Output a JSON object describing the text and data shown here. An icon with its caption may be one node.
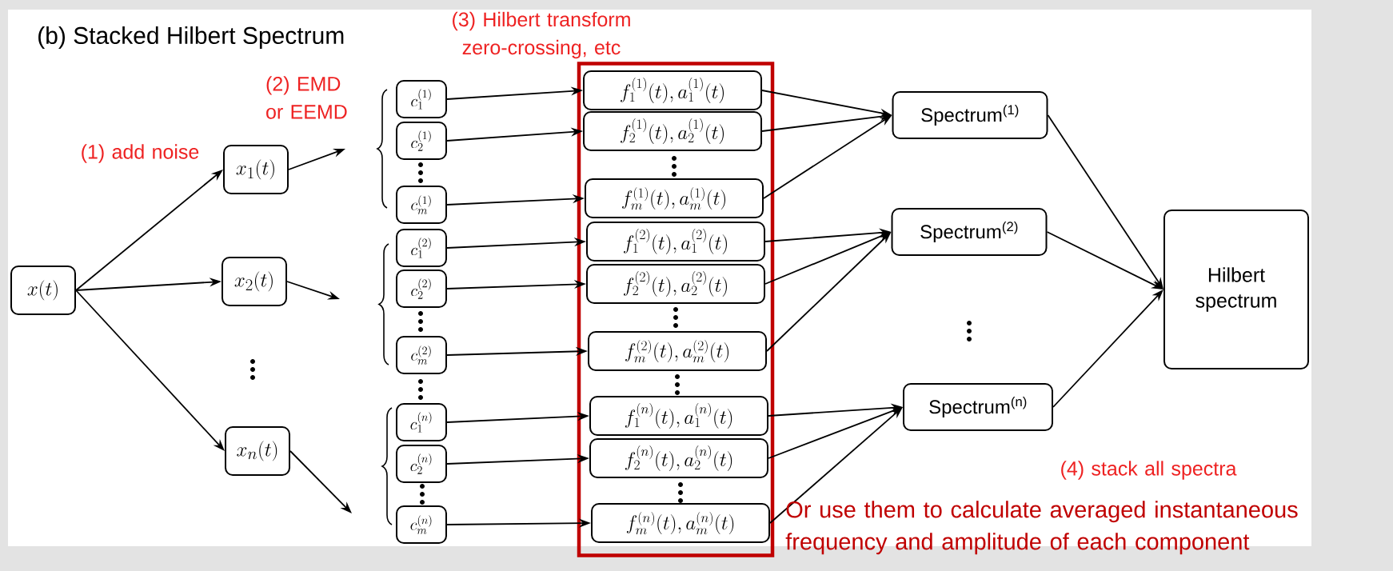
{
  "diagram": {
    "title": "(b) Stacked Hilbert Spectrum",
    "nodes": [
      {
        "text": [
          "x(t)"
        ]
      },
      {
        "text": [
          "x_1(t)"
        ]
      },
      {
        "text": [
          "x_2(t)"
        ]
      },
      {
        "text": [
          "x_n(t)"
        ]
      },
      {
        "text": [
          "c_1^{(1)}"
        ]
      },
      {
        "text": [
          "c_2^{(1)}"
        ]
      },
      {
        "text": [
          "c_m^{(1)}"
        ]
      },
      {
        "text": [
          "c_1^{(2)}"
        ]
      },
      {
        "text": [
          "c_2^{(2)}"
        ]
      },
      {
        "text": [
          "c_m^{(2)}"
        ]
      },
      {
        "text": [
          "c_1^{(n)}"
        ]
      },
      {
        "text": [
          "c_2^{(n)}"
        ]
      },
      {
        "text": [
          "c_m^{(n)}"
        ]
      },
      {
        "text": [],
        "shape": "box"
      },
      {
        "text": [
          "f_1^{(1)}(t), a_1^{(1)}(t)"
        ],
        "in": 13
      },
      {
        "text": [
          "f_2^{(1)}(t), a_2^{(1)}(t)"
        ],
        "in": 13
      },
      {
        "text": [
          "f_m^{(1)}(t), a_m^{(1)}(t)"
        ],
        "in": 13
      },
      {
        "text": [
          "f_1^{(2)}(t), a_1^{(2)}(t)"
        ],
        "in": 13
      },
      {
        "text": [
          "f_2^{(2)}(t), a_2^{(2)}(t)"
        ],
        "in": 13
      },
      {
        "text": [
          "f_m^{(2)}(t), a_m^{(2)}(t)"
        ],
        "in": 13
      },
      {
        "text": [
          "f_1^{(n)}(t), a_1^{(n)}(t)"
        ],
        "in": 13
      },
      {
        "text": [
          "f_2^{(n)}(t), a_2^{(n)}(t)"
        ],
        "in": 13
      },
      {
        "text": [
          "f_m^{(n)}(t), a_m^{(n)}(t)"
        ],
        "in": 13
      },
      {
        "text": [
          "Spectrum$^{(1)}$"
        ]
      },
      {
        "text": [
          "Spectrum$^{(2)}$"
        ]
      },
      {
        "text": [
          "Spectrum$^{(n)}$"
        ]
      },
      {
        "text": [
          "Hilbert spectrum"
        ]
      }
    ],
    "edges": [
      {
        "from": 0,
        "to": 1,
        "arrow": "to"
      },
      {
        "from": 0,
        "to": 2,
        "arrow": "to"
      },
      {
        "from": 0,
        "to": 3,
        "arrow": "to"
      },
      {
        "from": 1,
        "to": null,
        "arrow": "to"
      },
      {
        "from": 2,
        "to": null,
        "arrow": "to"
      },
      {
        "from": 3,
        "to": null,
        "arrow": "to"
      },
      {
        "from": 4,
        "to": 14,
        "arrow": "to"
      },
      {
        "from": 5,
        "to": 15,
        "arrow": "to"
      },
      {
        "from": 6,
        "to": 16,
        "arrow": "to"
      },
      {
        "from": 7,
        "to": 17,
        "arrow": "to"
      },
      {
        "from": 8,
        "to": 18,
        "arrow": "to"
      },
      {
        "from": 9,
        "to": 19,
        "arrow": "to"
      },
      {
        "from": 10,
        "to": 20,
        "arrow": "to"
      },
      {
        "from": 11,
        "to": 21,
        "arrow": "to"
      },
      {
        "from": 12,
        "to": 22,
        "arrow": "to"
      },
      {
        "from": 14,
        "to": 23,
        "arrow": "to"
      },
      {
        "from": 15,
        "to": 23,
        "arrow": "to"
      },
      {
        "from": 16,
        "to": 23,
        "arrow": "to"
      },
      {
        "from": 17,
        "to": 24,
        "arrow": "to"
      },
      {
        "from": 18,
        "to": 24,
        "arrow": "to"
      },
      {
        "from": 19,
        "to": 24,
        "arrow": "to"
      },
      {
        "from": 20,
        "to": 25,
        "arrow": "to"
      },
      {
        "from": 21,
        "to": 25,
        "arrow": "to"
      },
      {
        "from": 22,
        "to": 25,
        "arrow": "to"
      },
      {
        "from": 23,
        "to": 26,
        "arrow": "to"
      },
      {
        "from": 24,
        "to": 26,
        "arrow": "to"
      },
      {
        "from": 25,
        "to": 26,
        "arrow": "to"
      }
    ],
    "labels": [
      "(1) add noise",
      "(2) EMD or EEMD",
      "(3) Hilbert transform zero-crossing, etc",
      "(4) stack all spectra",
      "Or use them to calculate averaged instantaneous frequency and amplitude of each component"
    ]
  }
}
